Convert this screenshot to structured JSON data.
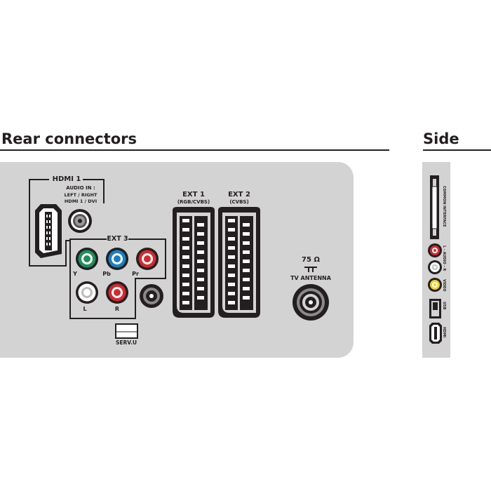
{
  "headings": {
    "rear": "Rear connectors",
    "side": "Side"
  },
  "rear": {
    "hdmi1_title": "HDMI 1",
    "audio_in_line1": "AUDIO IN :",
    "audio_in_line2": "LEFT / RIGHT",
    "audio_in_line3": "HDMI 1 / DVI",
    "ext3_title": "EXT 3",
    "component_labels": [
      "Y",
      "Pb",
      "Pr"
    ],
    "audio_labels": [
      "L",
      "R"
    ],
    "serv_u": "SERV.U",
    "ext1_line1": "EXT 1",
    "ext1_line2": "(RGB/CVBS)",
    "ext2_line1": "EXT 2",
    "ext2_line2": "(CVBS)",
    "antenna_line1": "75 Ω",
    "antenna_line2": "TV ANTENNA"
  },
  "side": {
    "common_interface": "COMMON INTERFACE",
    "audio": "L - AUDIO - R",
    "video": "VIDEO",
    "usb": "USB",
    "hdmi": "HDMI"
  },
  "colors": {
    "panel": "#d3d3d3",
    "ink": "#231f20",
    "green": "#1f8f5a",
    "blue": "#1a7fc1",
    "red": "#d6282e",
    "white_jack": "#ffffff",
    "yellow": "#f2d21b"
  }
}
